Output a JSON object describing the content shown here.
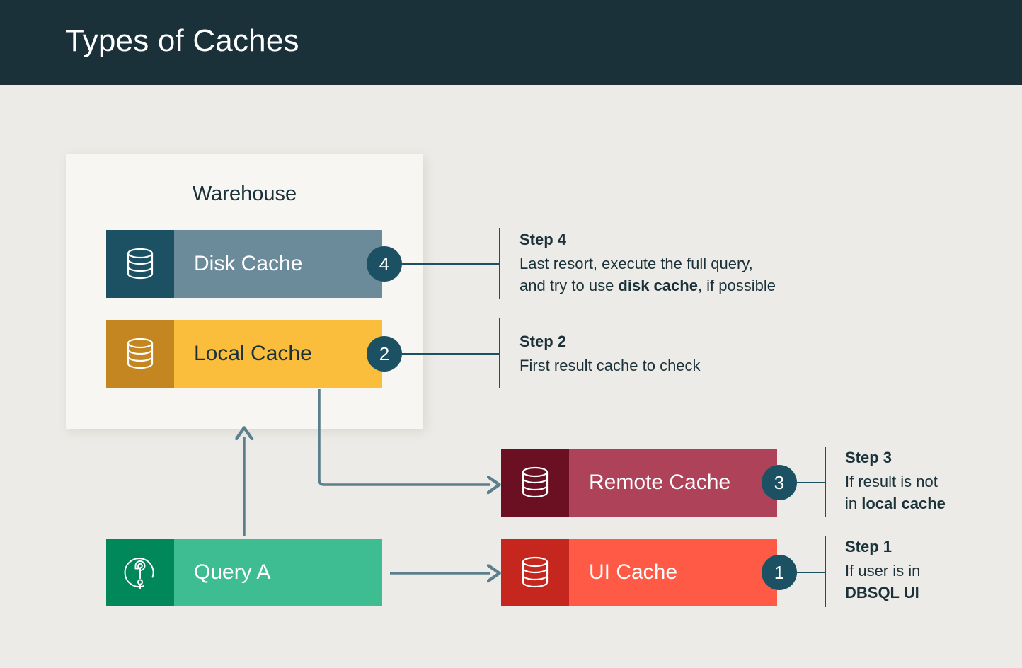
{
  "header": {
    "title": "Types of Caches"
  },
  "colors": {
    "header_bg": "#1B3139",
    "canvas_bg": "#ECEBE7",
    "panel_bg": "#F7F6F2",
    "badge_bg": "#1B5162",
    "connector": "#1B5162",
    "arrow": "#5B7F8C",
    "text_dark": "#1B3139"
  },
  "warehouse": {
    "label": "Warehouse"
  },
  "bars": {
    "disk_cache": {
      "label": "Disk Cache",
      "icon": "database-icon",
      "body_color": "#6B8B9B",
      "icon_panel_color": "#1B5162",
      "text_color": "#FFFFFF"
    },
    "local_cache": {
      "label": "Local Cache",
      "icon": "database-icon",
      "body_color": "#FBBD3C",
      "icon_panel_color": "#C38620",
      "text_color": "#1B3139"
    },
    "remote_cache": {
      "label": "Remote Cache",
      "icon": "database-icon",
      "body_color": "#AD4259",
      "icon_panel_color": "#6B0F23",
      "text_color": "#FFFFFF"
    },
    "ui_cache": {
      "label": "UI Cache",
      "icon": "database-icon",
      "body_color": "#FF5A45",
      "icon_panel_color": "#C5271F",
      "text_color": "#FFFFFF"
    },
    "query_a": {
      "label": "Query A",
      "icon": "question-circle-icon",
      "body_color": "#3EBD93",
      "icon_panel_color": "#00875A",
      "text_color": "#FFFFFF"
    }
  },
  "badges": {
    "one": "1",
    "two": "2",
    "three": "3",
    "four": "4"
  },
  "steps": {
    "step4": {
      "heading": "Step 4",
      "line1": "Last resort, execute the full query,",
      "line2_pre": "and try to use ",
      "line2_bold": "disk cache",
      "line2_post": ", if possible"
    },
    "step2": {
      "heading": "Step 2",
      "line1": "First result cache to check"
    },
    "step3": {
      "heading": "Step 3",
      "line1": "If result is not",
      "line2_pre": "in ",
      "line2_bold": "local cache"
    },
    "step1": {
      "heading": "Step 1",
      "line1": "If user is in",
      "line2_bold": "DBSQL UI"
    }
  }
}
